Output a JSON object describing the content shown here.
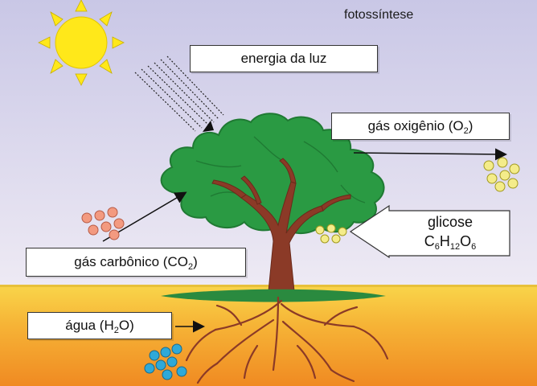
{
  "title": "fotossíntese",
  "labels": {
    "light_energy": "energia da luz",
    "oxygen_prefix": "gás oxigênio (O",
    "oxygen_sub": "2",
    "oxygen_suffix": ")",
    "glucose_name": "glicose",
    "glucose_c": "C",
    "glucose_c_sub": "6",
    "glucose_h": "H",
    "glucose_h_sub": "12",
    "glucose_o": "O",
    "glucose_o_sub": "6",
    "co2_prefix": "gás carbônico (CO",
    "co2_sub": "2",
    "co2_suffix": ")",
    "water_prefix": "água (H",
    "water_sub": "2",
    "water_suffix": "O)"
  },
  "colors": {
    "sky_top": "#c9c7e6",
    "sky_bottom": "#eeeaf4",
    "soil_top": "#f6c43a",
    "soil_bottom": "#f39b2b",
    "sun": "#ffe81a",
    "canopy": "#2a9a43",
    "trunk": "#8b3a27",
    "oxygen_molecules": "#f4ec8a",
    "glucose_molecules": "#f4ec8a",
    "co2_molecules": "#f39a80",
    "water_molecules": "#2fa9d8"
  }
}
